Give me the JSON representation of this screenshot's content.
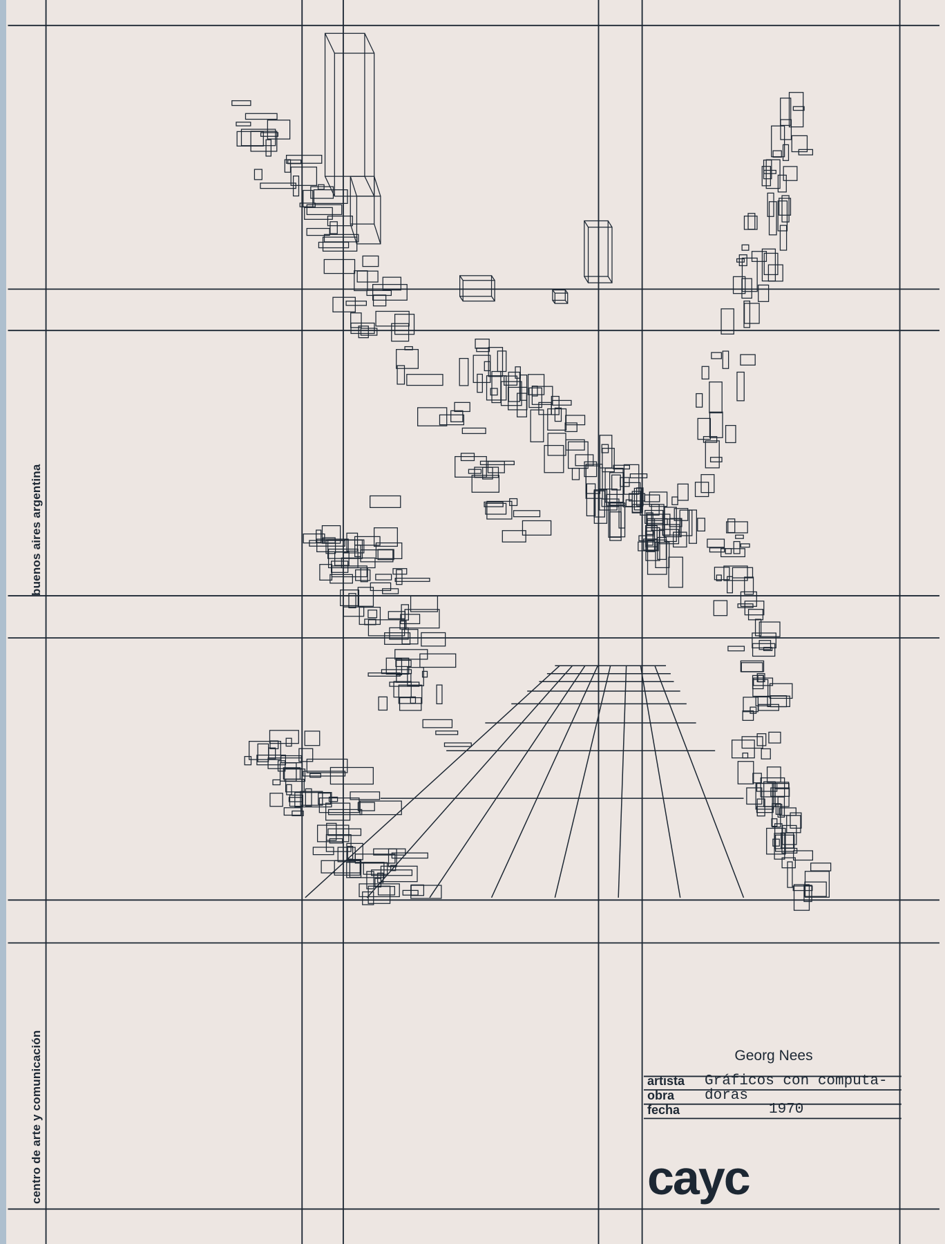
{
  "side_text": {
    "location": "buenos aires     argentina",
    "institution": "centro de arte y comunicación"
  },
  "credits": {
    "artist_name": "Georg Nees",
    "labels": {
      "artist": "artista",
      "work": "obra",
      "date": "fecha"
    },
    "work_line1": "Gráficos con computa-",
    "work_line2": "doras",
    "date": "1970"
  },
  "logo": "cayc",
  "colors": {
    "ink": "#1c2733",
    "paper": "#ede6e2",
    "edge": "#aebfce"
  }
}
